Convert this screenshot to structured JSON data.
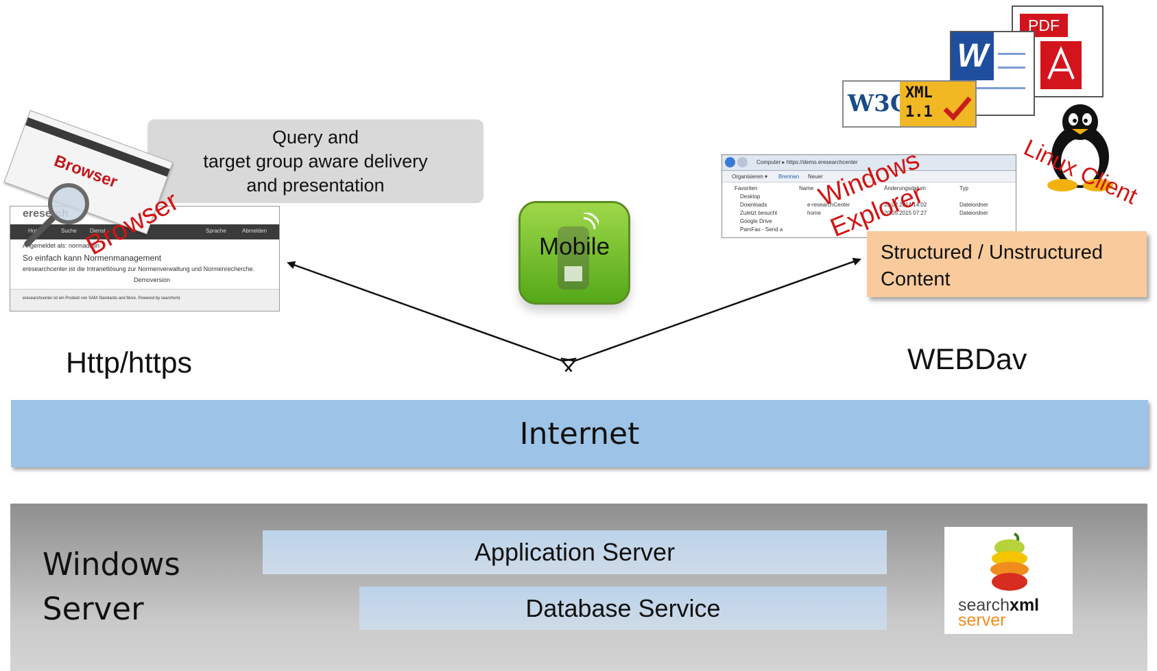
{
  "query_box": {
    "line1": "Query and",
    "line2": "target group aware delivery",
    "line3": "and presentation"
  },
  "browser": {
    "card_label": "Browser",
    "overlay_label": "Browser",
    "screenshot": {
      "logo": "ereserch",
      "nav": [
        "Home",
        "Suche",
        "Dienst",
        "Sprache",
        "Abmelden"
      ],
      "logged_in": "Angemeldet als: normadmin",
      "heading": "So einfach kann Normenmanagement",
      "line1": "eresearchcenter ist die Intranetlösung zur Normenverwaltung und Normenrecherche.",
      "line2": "Demoversion",
      "footer": "eresearchcenter ist ein Produkt von SAM Standards and More. Powered by searchxml."
    }
  },
  "mobile": {
    "label": "Mobile"
  },
  "explorer": {
    "overlay_line1": "Windows",
    "overlay_line2": "Explorer",
    "address": "Computer ▸ https://demo.eresearchcenter",
    "toolbar": [
      "Organisieren ▾",
      "Brennen",
      "Neuer"
    ],
    "sidebar": [
      "Favoriten",
      "Desktop",
      "Downloads",
      "Zuletzt besucht",
      "Google Drive",
      "PamFax - Send a"
    ],
    "columns": [
      "Name",
      "Änderungsdatum",
      "Typ"
    ],
    "rows": [
      {
        "name": "e-researchCenter",
        "date": "20.02.2014 14:02",
        "type": "Dateiordner"
      },
      {
        "name": "home",
        "date": "20.05.2015 07:27",
        "type": "Dateiordner"
      }
    ]
  },
  "linux": {
    "label": "Linux Client"
  },
  "content_box": {
    "line1": "Structured / Unstructured",
    "line2": "Content"
  },
  "doc_icons": {
    "pdf": "PDF",
    "word": "W",
    "w3c": "W3C",
    "xml": "XML",
    "xml_version": "1.1"
  },
  "protocols": {
    "left": "Http/https",
    "right": "WEBDav"
  },
  "internet": {
    "label": "Internet"
  },
  "server": {
    "label_line1": "Windows",
    "label_line2": "Server",
    "app_server": "Application Server",
    "db_service": "Database Service",
    "logo_word1": "search",
    "logo_word2": "xml",
    "logo_word3": "server"
  },
  "colors": {
    "internet_band": "#9dc3e6",
    "content_box": "#f9cb9c",
    "query_box": "#d9d9d9",
    "red_label": "#d01515",
    "mobile_green": "#54a818"
  }
}
